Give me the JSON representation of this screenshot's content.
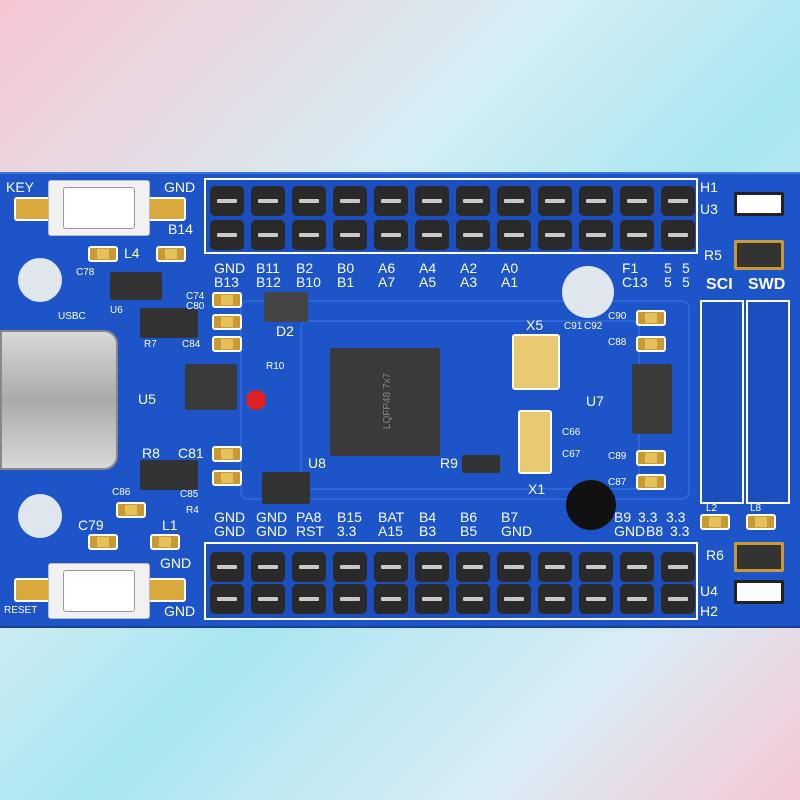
{
  "board": {
    "color": "#1d55c9"
  },
  "top_header": {
    "row1": [
      "GND",
      "B11",
      "B2",
      "B0",
      "A6",
      "A4",
      "A2",
      "A0",
      "",
      "F1",
      "5",
      "5"
    ],
    "row2": [
      "B13",
      "B12",
      "B10",
      "B1",
      "A7",
      "A5",
      "A3",
      "A1",
      "",
      "C13",
      "5",
      "5"
    ]
  },
  "bottom_header": {
    "row1": [
      "GND",
      "GND",
      "PA8",
      "B15",
      "BAT",
      "B4",
      "B6",
      "B7",
      "",
      "B9",
      "3.3",
      "3.3"
    ],
    "row2": [
      "GND",
      "GND",
      "RST",
      "3.3",
      "A15",
      "B3",
      "B5",
      "GND",
      "",
      "GND",
      "B8",
      "3.3"
    ]
  },
  "refs": {
    "key": "KEY",
    "gnd_top": "GND",
    "b14": "B14",
    "l4": "L4",
    "c78": "C78",
    "usbc": "USBC",
    "u6": "U6",
    "r7": "R7",
    "c84": "C84",
    "c74": "C74",
    "c80": "C80",
    "d2": "D2",
    "r10": "R10",
    "u5": "U5",
    "r8": "R8",
    "c81": "C81",
    "c86": "C86",
    "c85": "C85",
    "r4": "R4",
    "u8": "U8",
    "c79": "C79",
    "l1": "L1",
    "gnd_l1": "GND",
    "reset": "RESET",
    "gnd_bottom": "GND",
    "x5": "X5",
    "c91": "C91",
    "c92": "C92",
    "c90": "C90",
    "c88": "C88",
    "u7": "U7",
    "c66": "C66",
    "r9": "R9",
    "c67": "C67",
    "x1": "X1",
    "c89": "C89",
    "c87": "C87",
    "h1": "H1",
    "u3": "U3",
    "r5": "R5",
    "sci": "SCI",
    "swd": "SWD",
    "l2": "L2",
    "l8": "L8",
    "r6": "R6",
    "u4": "U4",
    "h2": "H2"
  },
  "mcu": {
    "marking": "LQFP48 7x7"
  }
}
